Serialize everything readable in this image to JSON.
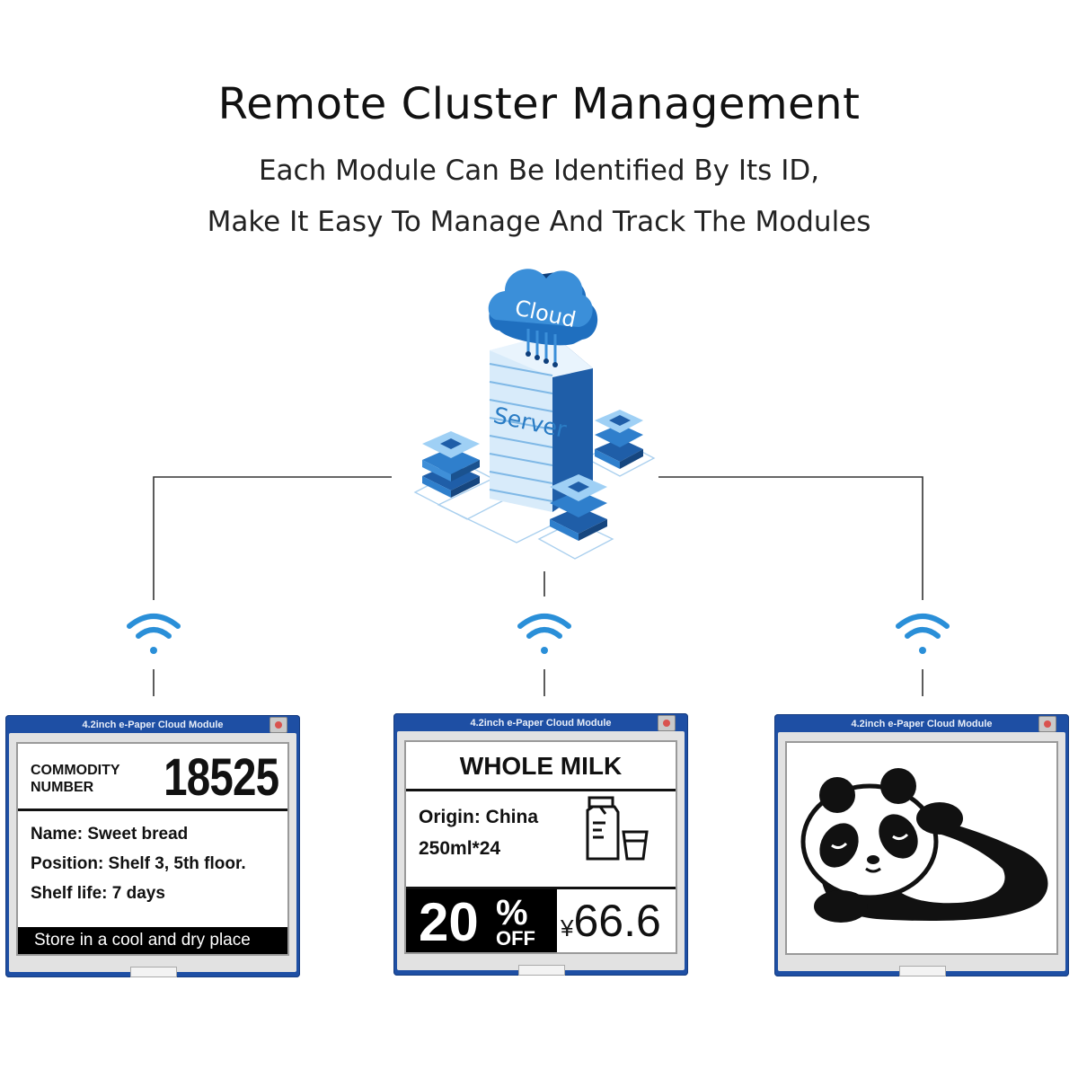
{
  "header": {
    "title": "Remote Cluster Management",
    "subtitle_line1": "Each Module Can Be Identified By Its ID,",
    "subtitle_line2": "Make It Easy To Manage And Track The Modules"
  },
  "hub": {
    "cloud_label": "Cloud",
    "server_label": "Server"
  },
  "colors": {
    "accent_blue": "#2a8fd8",
    "board_blue": "#1e4fa4",
    "line": "#333333"
  },
  "modules": [
    {
      "board_label": "4.2inch e-Paper Cloud Module",
      "commodity_label_line1": "COMMODITY",
      "commodity_label_line2": "NUMBER",
      "commodity_number": "18525",
      "name_line": "Name: Sweet bread",
      "position_line": "Position: Shelf 3, 5th floor.",
      "shelf_line": "Shelf life: 7 days",
      "banner": "Store in a cool and dry place"
    },
    {
      "board_label": "4.2inch e-Paper Cloud Module",
      "product": "WHOLE MILK",
      "origin_line": "Origin:  China",
      "size_line": "250ml*24",
      "discount": "20",
      "percent": "%",
      "off": "OFF",
      "currency": "¥",
      "price": "66.6"
    },
    {
      "board_label": "4.2inch e-Paper Cloud Module",
      "image": "panda-illustration"
    }
  ]
}
